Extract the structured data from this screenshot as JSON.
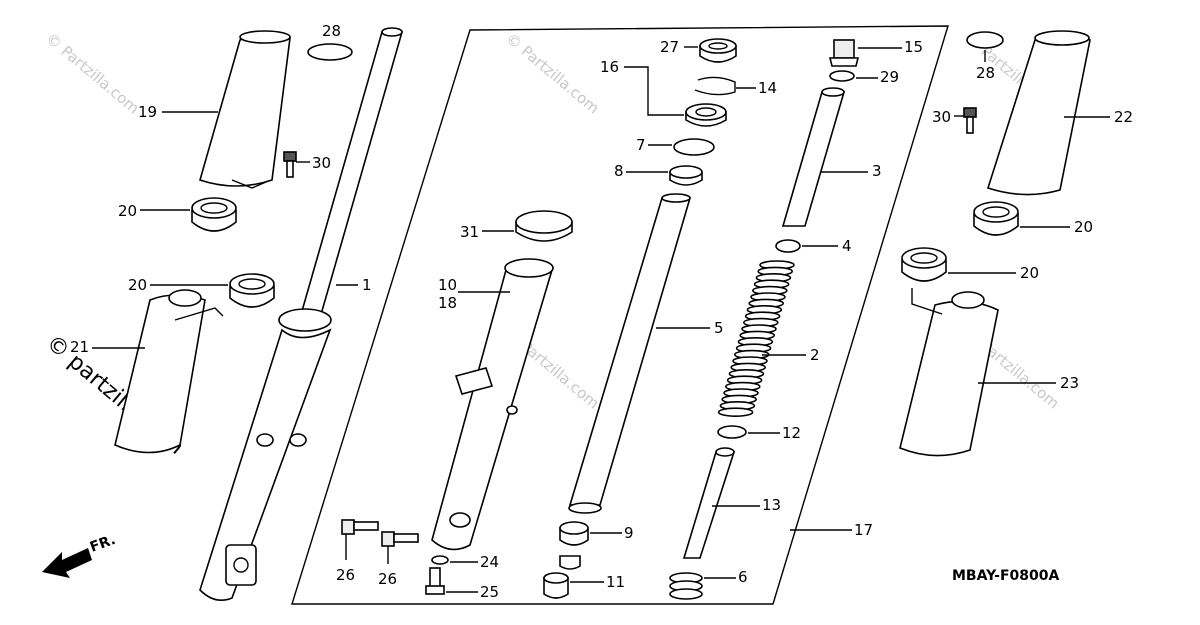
{
  "diagram": {
    "code": "MBAY-F0800A",
    "direction_label": "FR.",
    "watermark_big": "© partzilla.com",
    "watermark_small": "© Partzilla.com",
    "callouts": [
      {
        "id": "28a",
        "label": "28"
      },
      {
        "id": "19",
        "label": "19"
      },
      {
        "id": "30a",
        "label": "30"
      },
      {
        "id": "20a",
        "label": "20"
      },
      {
        "id": "20b",
        "label": "20"
      },
      {
        "id": "1",
        "label": "1"
      },
      {
        "id": "21",
        "label": "21"
      },
      {
        "id": "27",
        "label": "27"
      },
      {
        "id": "16",
        "label": "16"
      },
      {
        "id": "14",
        "label": "14"
      },
      {
        "id": "7",
        "label": "7"
      },
      {
        "id": "8",
        "label": "8"
      },
      {
        "id": "31",
        "label": "31"
      },
      {
        "id": "10",
        "label": "10"
      },
      {
        "id": "18",
        "label": "18"
      },
      {
        "id": "5",
        "label": "5"
      },
      {
        "id": "9",
        "label": "9"
      },
      {
        "id": "11",
        "label": "11"
      },
      {
        "id": "24",
        "label": "24"
      },
      {
        "id": "25",
        "label": "25"
      },
      {
        "id": "26a",
        "label": "26"
      },
      {
        "id": "26b",
        "label": "26"
      },
      {
        "id": "15",
        "label": "15"
      },
      {
        "id": "29",
        "label": "29"
      },
      {
        "id": "3",
        "label": "3"
      },
      {
        "id": "4",
        "label": "4"
      },
      {
        "id": "2",
        "label": "2"
      },
      {
        "id": "12",
        "label": "12"
      },
      {
        "id": "13",
        "label": "13"
      },
      {
        "id": "6",
        "label": "6"
      },
      {
        "id": "17",
        "label": "17"
      },
      {
        "id": "28b",
        "label": "28"
      },
      {
        "id": "30b",
        "label": "30"
      },
      {
        "id": "22",
        "label": "22"
      },
      {
        "id": "20c",
        "label": "20"
      },
      {
        "id": "20d",
        "label": "20"
      },
      {
        "id": "23",
        "label": "23"
      }
    ]
  }
}
